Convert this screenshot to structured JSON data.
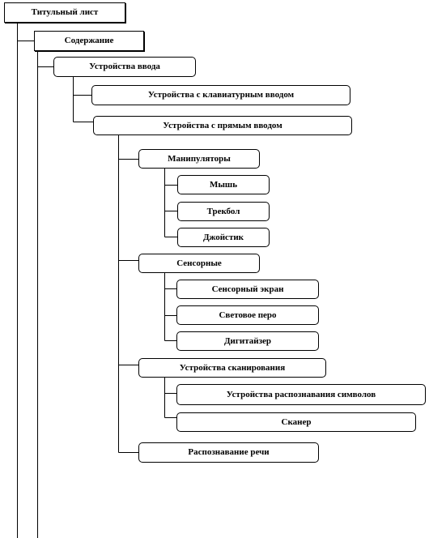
{
  "diagram": {
    "nodes": {
      "title_page": "Титульный лист",
      "contents": "Содержание",
      "input_devices": "Устройства ввода",
      "keyboard_input": "Устройства с клавиатурным вводом",
      "direct_input": "Устройства с прямым вводом",
      "manipulators": "Манипуляторы",
      "mouse": "Мышь",
      "trackball": "Трекбол",
      "joystick": "Джойстик",
      "touch": "Сенсорные",
      "touch_screen": "Сенсорный экран",
      "light_pen": "Световое перо",
      "digitizer": "Дигитайзер",
      "scanning_devices": "Устройства сканирования",
      "char_recognition": "Устройства распознавания символов",
      "scanner": "Сканер",
      "speech_recognition": "Распознавание речи"
    }
  }
}
